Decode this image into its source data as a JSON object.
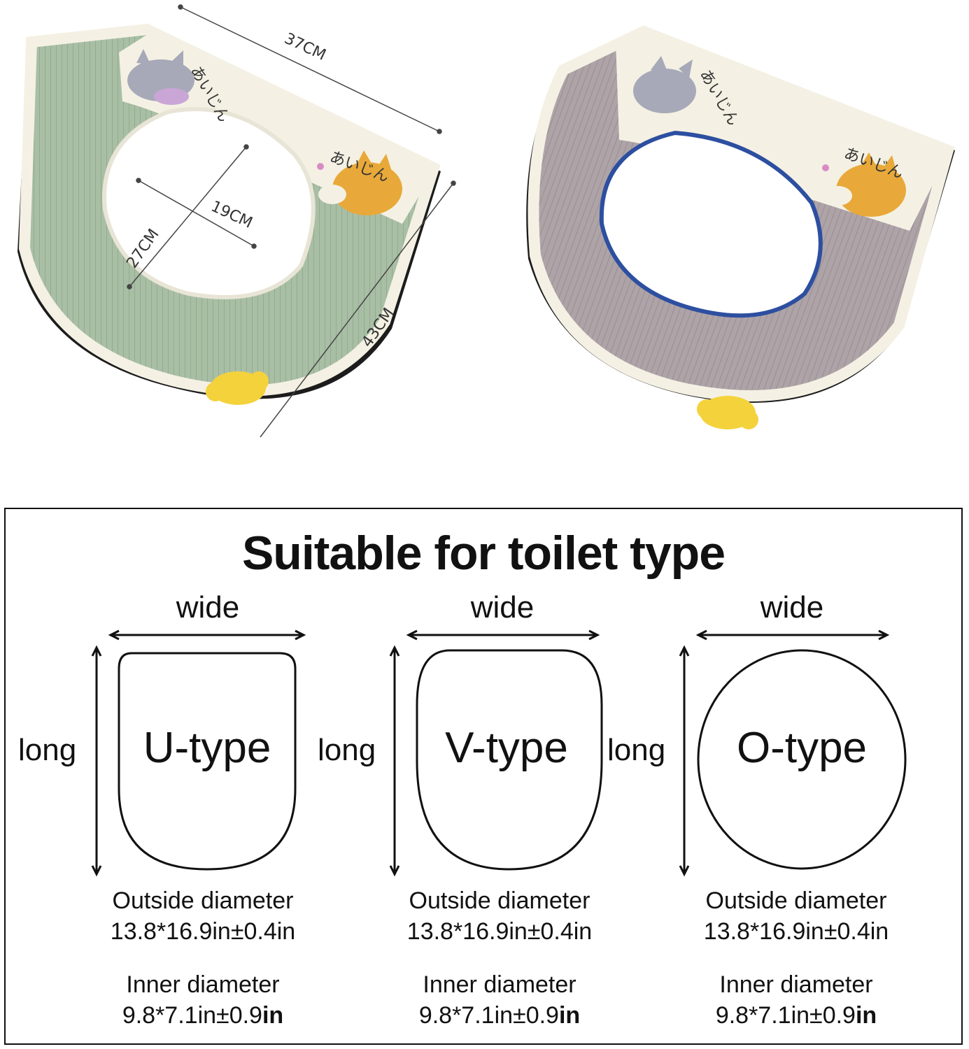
{
  "product_photo": {
    "dimensions": {
      "top_width": "37CM",
      "inner_width": "19CM",
      "inner_length": "27CM",
      "outer_length": "43CM"
    },
    "embroidery_text": "あいじん",
    "colors": {
      "green_cover": "#a9bfa5",
      "purple_cover": "#aea4a8",
      "cream_trim": "#f4f1e4",
      "paw_yellow": "#f4d23c",
      "fox_orange": "#e8a93a",
      "cat_gray": "#a7a9b8"
    }
  },
  "toilet_types": {
    "title": "Suitable for toilet type",
    "types": [
      {
        "wide_label": "wide",
        "long_label": "long",
        "name": "U-type",
        "outside_label": "Outside diameter",
        "outside_value": "13.8*16.9in±0.4in",
        "inner_label": "Inner diameter",
        "inner_value": "9.8*7.1in±0.9",
        "inner_unit": "in"
      },
      {
        "wide_label": "wide",
        "long_label": "long",
        "name": "V-type",
        "outside_label": "Outside diameter",
        "outside_value": "13.8*16.9in±0.4in",
        "inner_label": "Inner diameter",
        "inner_value": "9.8*7.1in±0.9",
        "inner_unit": "in"
      },
      {
        "wide_label": "wide",
        "long_label": "long",
        "name": "O-type",
        "outside_label": "Outside diameter",
        "outside_value": "13.8*16.9in±0.4in",
        "inner_label": "Inner diameter",
        "inner_value": "9.8*7.1in±0.9",
        "inner_unit": "in"
      }
    ]
  }
}
